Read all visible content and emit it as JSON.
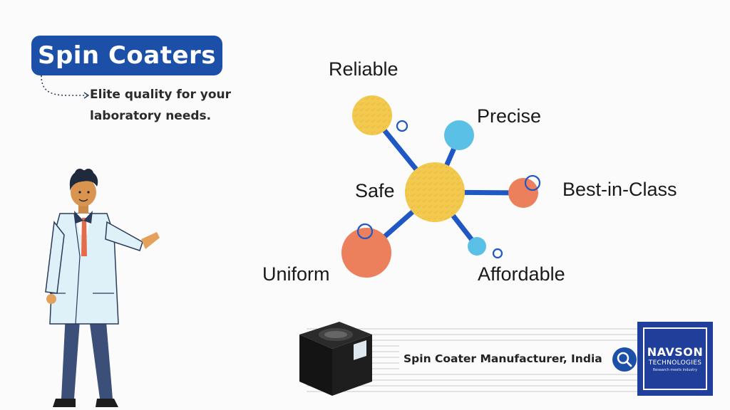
{
  "header": {
    "title": "Spin Coaters",
    "subtitle": "Elite quality for your laboratory needs."
  },
  "molecule": {
    "labels": {
      "reliable": "Reliable",
      "precise": "Precise",
      "safe": "Safe",
      "best": "Best-in-Class",
      "uniform": "Uniform",
      "affordable": "Affordable"
    }
  },
  "footer": {
    "text": "Spin Coater Manufacturer, India",
    "icon": "search-icon"
  },
  "logo": {
    "name": "NAVSON",
    "sub": "TECHNOLOGIES",
    "tagline": "Research meets industry"
  },
  "colors": {
    "brand_blue": "#1b4fa8",
    "yellow": "#f2c94c",
    "orange": "#ec7f5c",
    "light_blue": "#5bc0e6",
    "bond_blue": "#1f57c4"
  }
}
